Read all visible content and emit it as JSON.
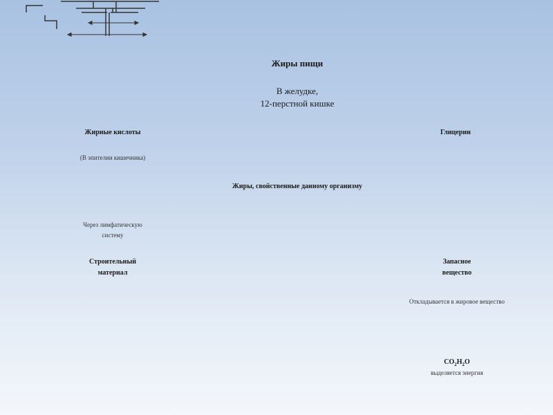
{
  "diagram": {
    "title": "Жиры пищи",
    "location_line1": "В желудке,",
    "location_line2": "12-перстной кишке",
    "left_product": "Жирные кислоты",
    "right_product": "Глицерин",
    "left_note": "(В эпителии кишечника)",
    "synthesis": "Жиры, свойственные данному организму",
    "transport_line1": "Через лимфатическую",
    "transport_line2": "систему",
    "left_use_line1": "Строительный",
    "left_use_line2": "материал",
    "right_use_line1": "Запасное",
    "right_use_line2": "вещество",
    "storage_note": "Откладывается в жировое вещество",
    "final_co": "CO",
    "final_co_sub": "2",
    "final_h": "H",
    "final_h_sub": "2",
    "final_o": "O",
    "energy_note": "выделяется энергия"
  }
}
